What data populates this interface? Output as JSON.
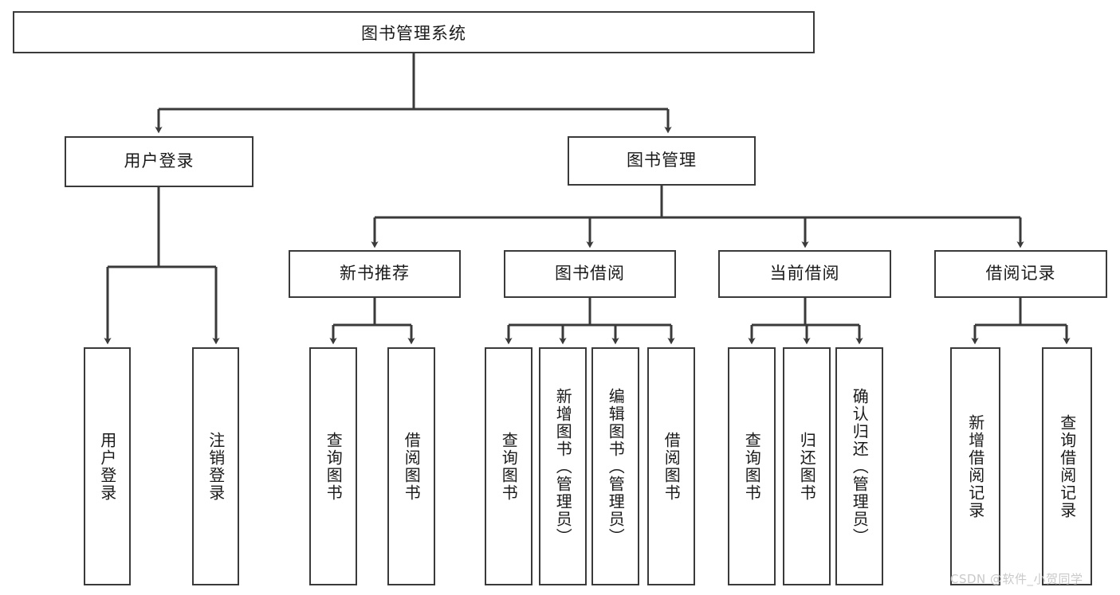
{
  "diagram": {
    "title": "图书管理系统",
    "type": "tree-hierarchy-diagram",
    "colors": {
      "stroke": "#3a3a3a",
      "background": "#ffffff",
      "text": "#1a1a1a",
      "watermark": "#c9c9c9"
    }
  },
  "root": {
    "label": "图书管理系统"
  },
  "level2": [
    {
      "label": "用户登录"
    },
    {
      "label": "图书管理"
    }
  ],
  "level3": [
    {
      "label": "新书推荐"
    },
    {
      "label": "图书借阅"
    },
    {
      "label": "当前借阅"
    },
    {
      "label": "借阅记录"
    }
  ],
  "leaves": {
    "user_login": [
      {
        "label": "用户登录"
      },
      {
        "label": "注销登录"
      }
    ],
    "new_book_recommend": [
      {
        "label": "查询图书"
      },
      {
        "label": "借阅图书"
      }
    ],
    "book_borrow": [
      {
        "label": "查询图书"
      },
      {
        "label": "新增图书（管理员）"
      },
      {
        "label": "编辑图书（管理员）"
      },
      {
        "label": "借阅图书"
      }
    ],
    "current_borrow": [
      {
        "label": "查询图书"
      },
      {
        "label": "归还图书"
      },
      {
        "label": "确认归还（管理员）"
      }
    ],
    "borrow_record": [
      {
        "label": "新增借阅记录"
      },
      {
        "label": "查询借阅记录"
      }
    ]
  },
  "watermark": {
    "text": "CSDN @软件_小贺同学"
  }
}
